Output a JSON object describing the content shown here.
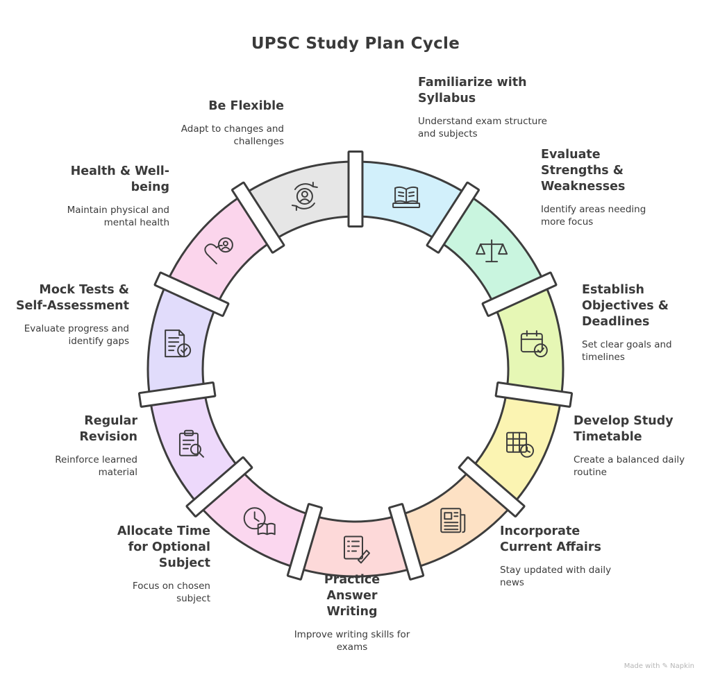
{
  "title": "UPSC Study Plan Cycle",
  "watermark": "Made with ✎ Napkin",
  "steps": [
    {
      "title": "Familiarize with Syllabus",
      "desc": "Understand exam structure and subjects",
      "color": "#d2f0fb",
      "icon": "book-icon"
    },
    {
      "title": "Evaluate Strengths & Weaknesses",
      "desc": "Identify areas needing more focus",
      "color": "#c9f5df",
      "icon": "scale-icon"
    },
    {
      "title": "Establish Objectives & Deadlines",
      "desc": "Set clear goals and timelines",
      "color": "#e6f7b5",
      "icon": "calendar-check-icon"
    },
    {
      "title": "Develop Study Timetable",
      "desc": "Create a balanced daily routine",
      "color": "#fbf4b2",
      "icon": "timetable-clock-icon"
    },
    {
      "title": "Incorporate Current Affairs",
      "desc": "Stay updated with daily news",
      "color": "#fde1c4",
      "icon": "newspaper-icon"
    },
    {
      "title": "Practice Answer Writing",
      "desc": "Improve writing skills for exams",
      "color": "#fdd9d9",
      "icon": "writing-icon"
    },
    {
      "title": "Allocate Time for Optional Subject",
      "desc": "Focus on chosen subject",
      "color": "#fbd7ef",
      "icon": "clock-book-icon"
    },
    {
      "title": "Regular Revision",
      "desc": "Reinforce learned material",
      "color": "#edd9fb",
      "icon": "clipboard-search-icon"
    },
    {
      "title": "Mock Tests & Self-Assessment",
      "desc": "Evaluate progress and identify gaps",
      "color": "#e1dcfb",
      "icon": "test-paper-icon"
    },
    {
      "title": "Health & Well-being",
      "desc": "Maintain physical and mental health",
      "color": "#fbd5ec",
      "icon": "health-heart-icon"
    },
    {
      "title": "Be Flexible",
      "desc": "Adapt to changes and challenges",
      "color": "#e6e6e6",
      "icon": "person-cycle-icon"
    }
  ]
}
